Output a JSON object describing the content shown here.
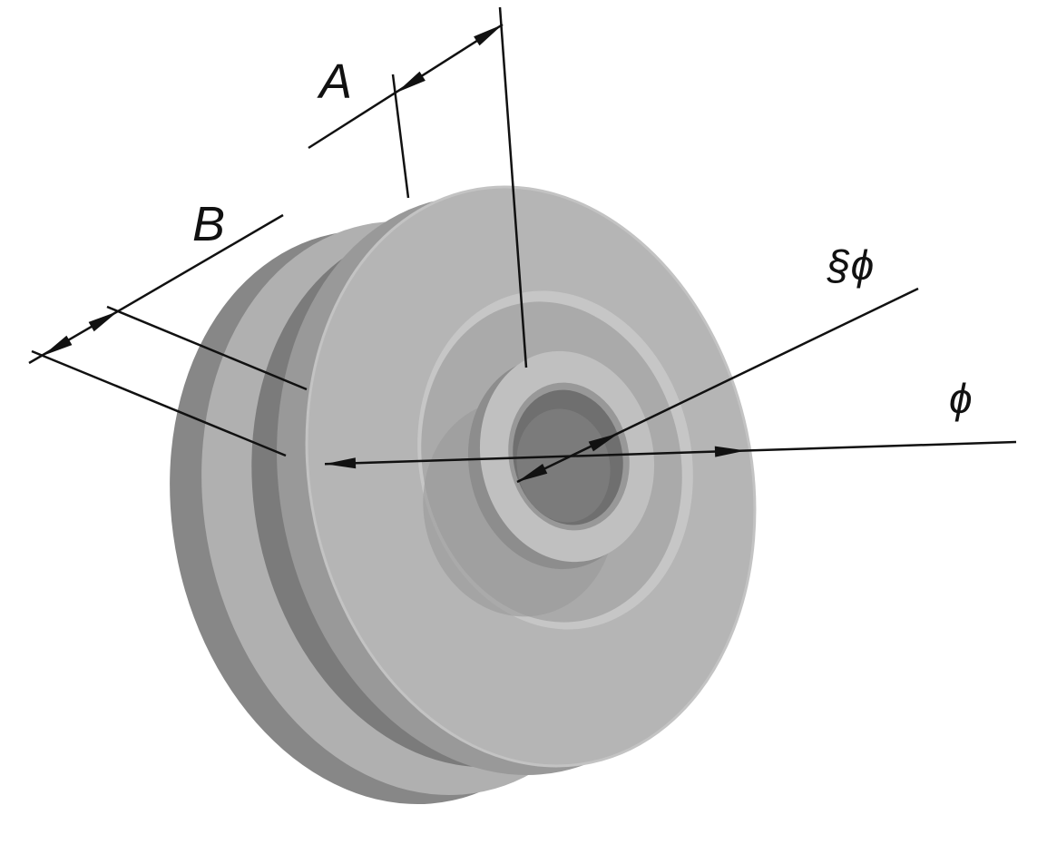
{
  "drawing": {
    "type": "isometric CAD render of a grooved pulley wheel with dimension callouts",
    "labels": {
      "dim_a": "A",
      "dim_b": "B",
      "bore_diameter": "§ϕ",
      "outer_diameter": "ϕ"
    }
  },
  "colors": {
    "background": "#ffffff",
    "ink": "#111111",
    "face_light": "#b5b5b5",
    "face_edge_highlight": "#c3c3c3",
    "back_face_rim": "#b0b0b0",
    "front_side": "#999999",
    "back_side": "#878787",
    "groove": "#7b7b7b",
    "recess_face": "#aaaaaa",
    "recess_rim": "#c6c6c6",
    "hub_shadow": "#9b9b9b",
    "hub_side": "#8d8d8d",
    "hub_face": "#c0c0c0",
    "bore_chamfer": "#989898",
    "bore": "#6f6f6f",
    "bore_inner": "#7b7b7b"
  }
}
